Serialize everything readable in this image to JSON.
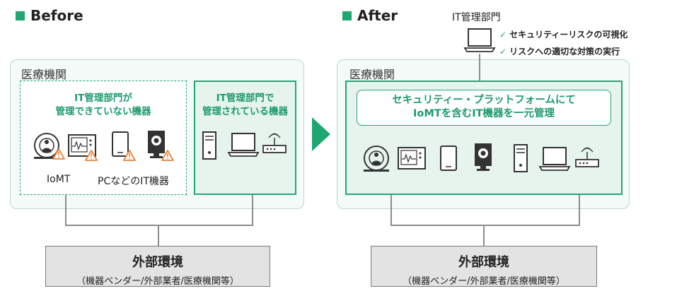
{
  "before": {
    "header": "Before",
    "org_label": "医療機関",
    "unmanaged_label_line1": "IT管理部門が",
    "unmanaged_label_line2": "管理できていない機器",
    "managed_label_line1": "IT管理部門で",
    "managed_label_line2": "管理されている機器",
    "iomt_label": "IoMT",
    "pc_label": "PCなどのIT機器",
    "external_title": "外部環境",
    "external_sub": "（機器ベンダー/外部業者/医療機関等）"
  },
  "after": {
    "header": "After",
    "it_dept_label": "IT管理部門",
    "check_items": [
      "セキュリティーリスクの可視化",
      "リスクへの適切な対策の実行"
    ],
    "org_label": "医療機関",
    "platform_line1": "セキュリティー・プラットフォームにて",
    "platform_line2": "IoMTを含むIT機器を一元管理",
    "external_title": "外部環境",
    "external_sub": "（機器ベンダー/外部業者/医療機関等）"
  },
  "colors": {
    "accent": "#1ea673",
    "panel_bg": "#f4faf7",
    "managed_bg": "#e6f4ed",
    "warning": "#e8833a",
    "external_bg": "#e3e3e3"
  },
  "icons": [
    "mri-scanner-icon",
    "monitor-icon",
    "tablet-icon",
    "camera-icon",
    "warning-icon",
    "tower-pc-icon",
    "laptop-icon",
    "router-icon",
    "arrow-right-icon",
    "check-icon"
  ]
}
